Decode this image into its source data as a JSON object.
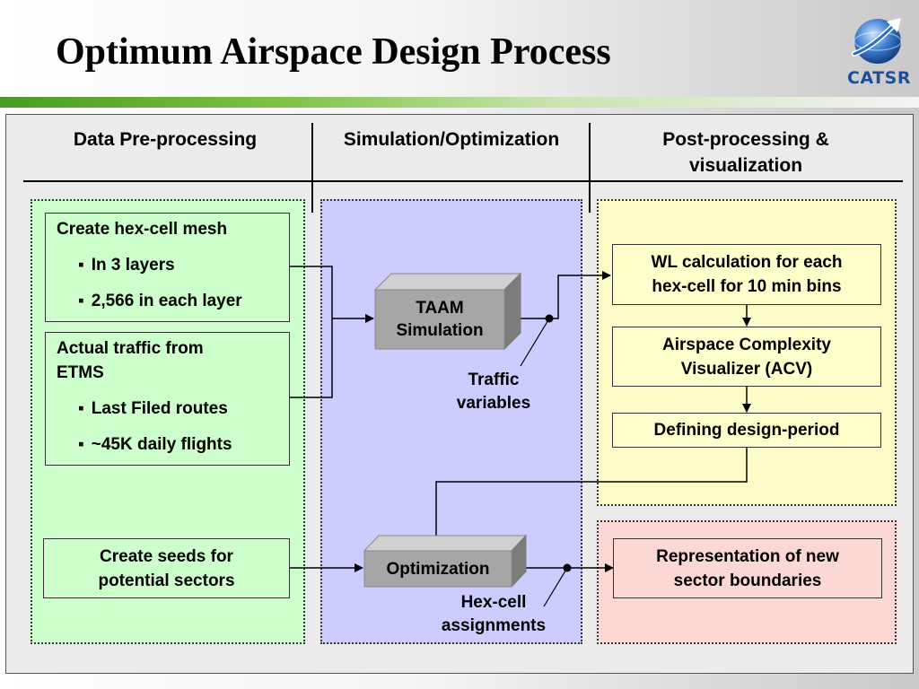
{
  "slide": {
    "title": "Optimum Airspace Design Process",
    "logo_text": "CATSR",
    "logo_icon": "globe-arrow-icon"
  },
  "columns": {
    "pre": "Data Pre-processing",
    "sim": "Simulation/Optimization",
    "post_line1": "Post-processing &",
    "post_line2": "visualization"
  },
  "pre_processing": {
    "mesh": {
      "title": "Create hex-cell mesh",
      "bullets": [
        "In 3 layers",
        "2,566 in each layer"
      ]
    },
    "traffic": {
      "title_line1": "Actual traffic from",
      "title_line2": "ETMS",
      "bullets": [
        "Last Filed routes",
        "~45K daily flights"
      ]
    },
    "seeds": {
      "line1": "Create seeds for",
      "line2": "potential sectors"
    }
  },
  "simulation": {
    "taam_line1": "TAAM",
    "taam_line2": "Simulation",
    "optimization": "Optimization",
    "traffic_note_line1": "Traffic",
    "traffic_note_line2": "variables",
    "hex_note_line1": "Hex-cell",
    "hex_note_line2": "assignments"
  },
  "post_processing": {
    "wl_line1": "WL calculation for each",
    "wl_line2": "hex-cell for 10 min bins",
    "acv_line1": "Airspace Complexity",
    "acv_line2": "Visualizer (ACV)",
    "design_period": "Defining design-period",
    "repr_line1": "Representation of new",
    "repr_line2": "sector boundaries"
  },
  "colors": {
    "title_bar_green": "#4a9b22",
    "zone_green": "#ccffcc",
    "zone_blue": "#ccccff",
    "zone_yellow": "#fcfcc8",
    "zone_pink": "#fcd8d4",
    "block_gray": "#a6a6a6"
  }
}
